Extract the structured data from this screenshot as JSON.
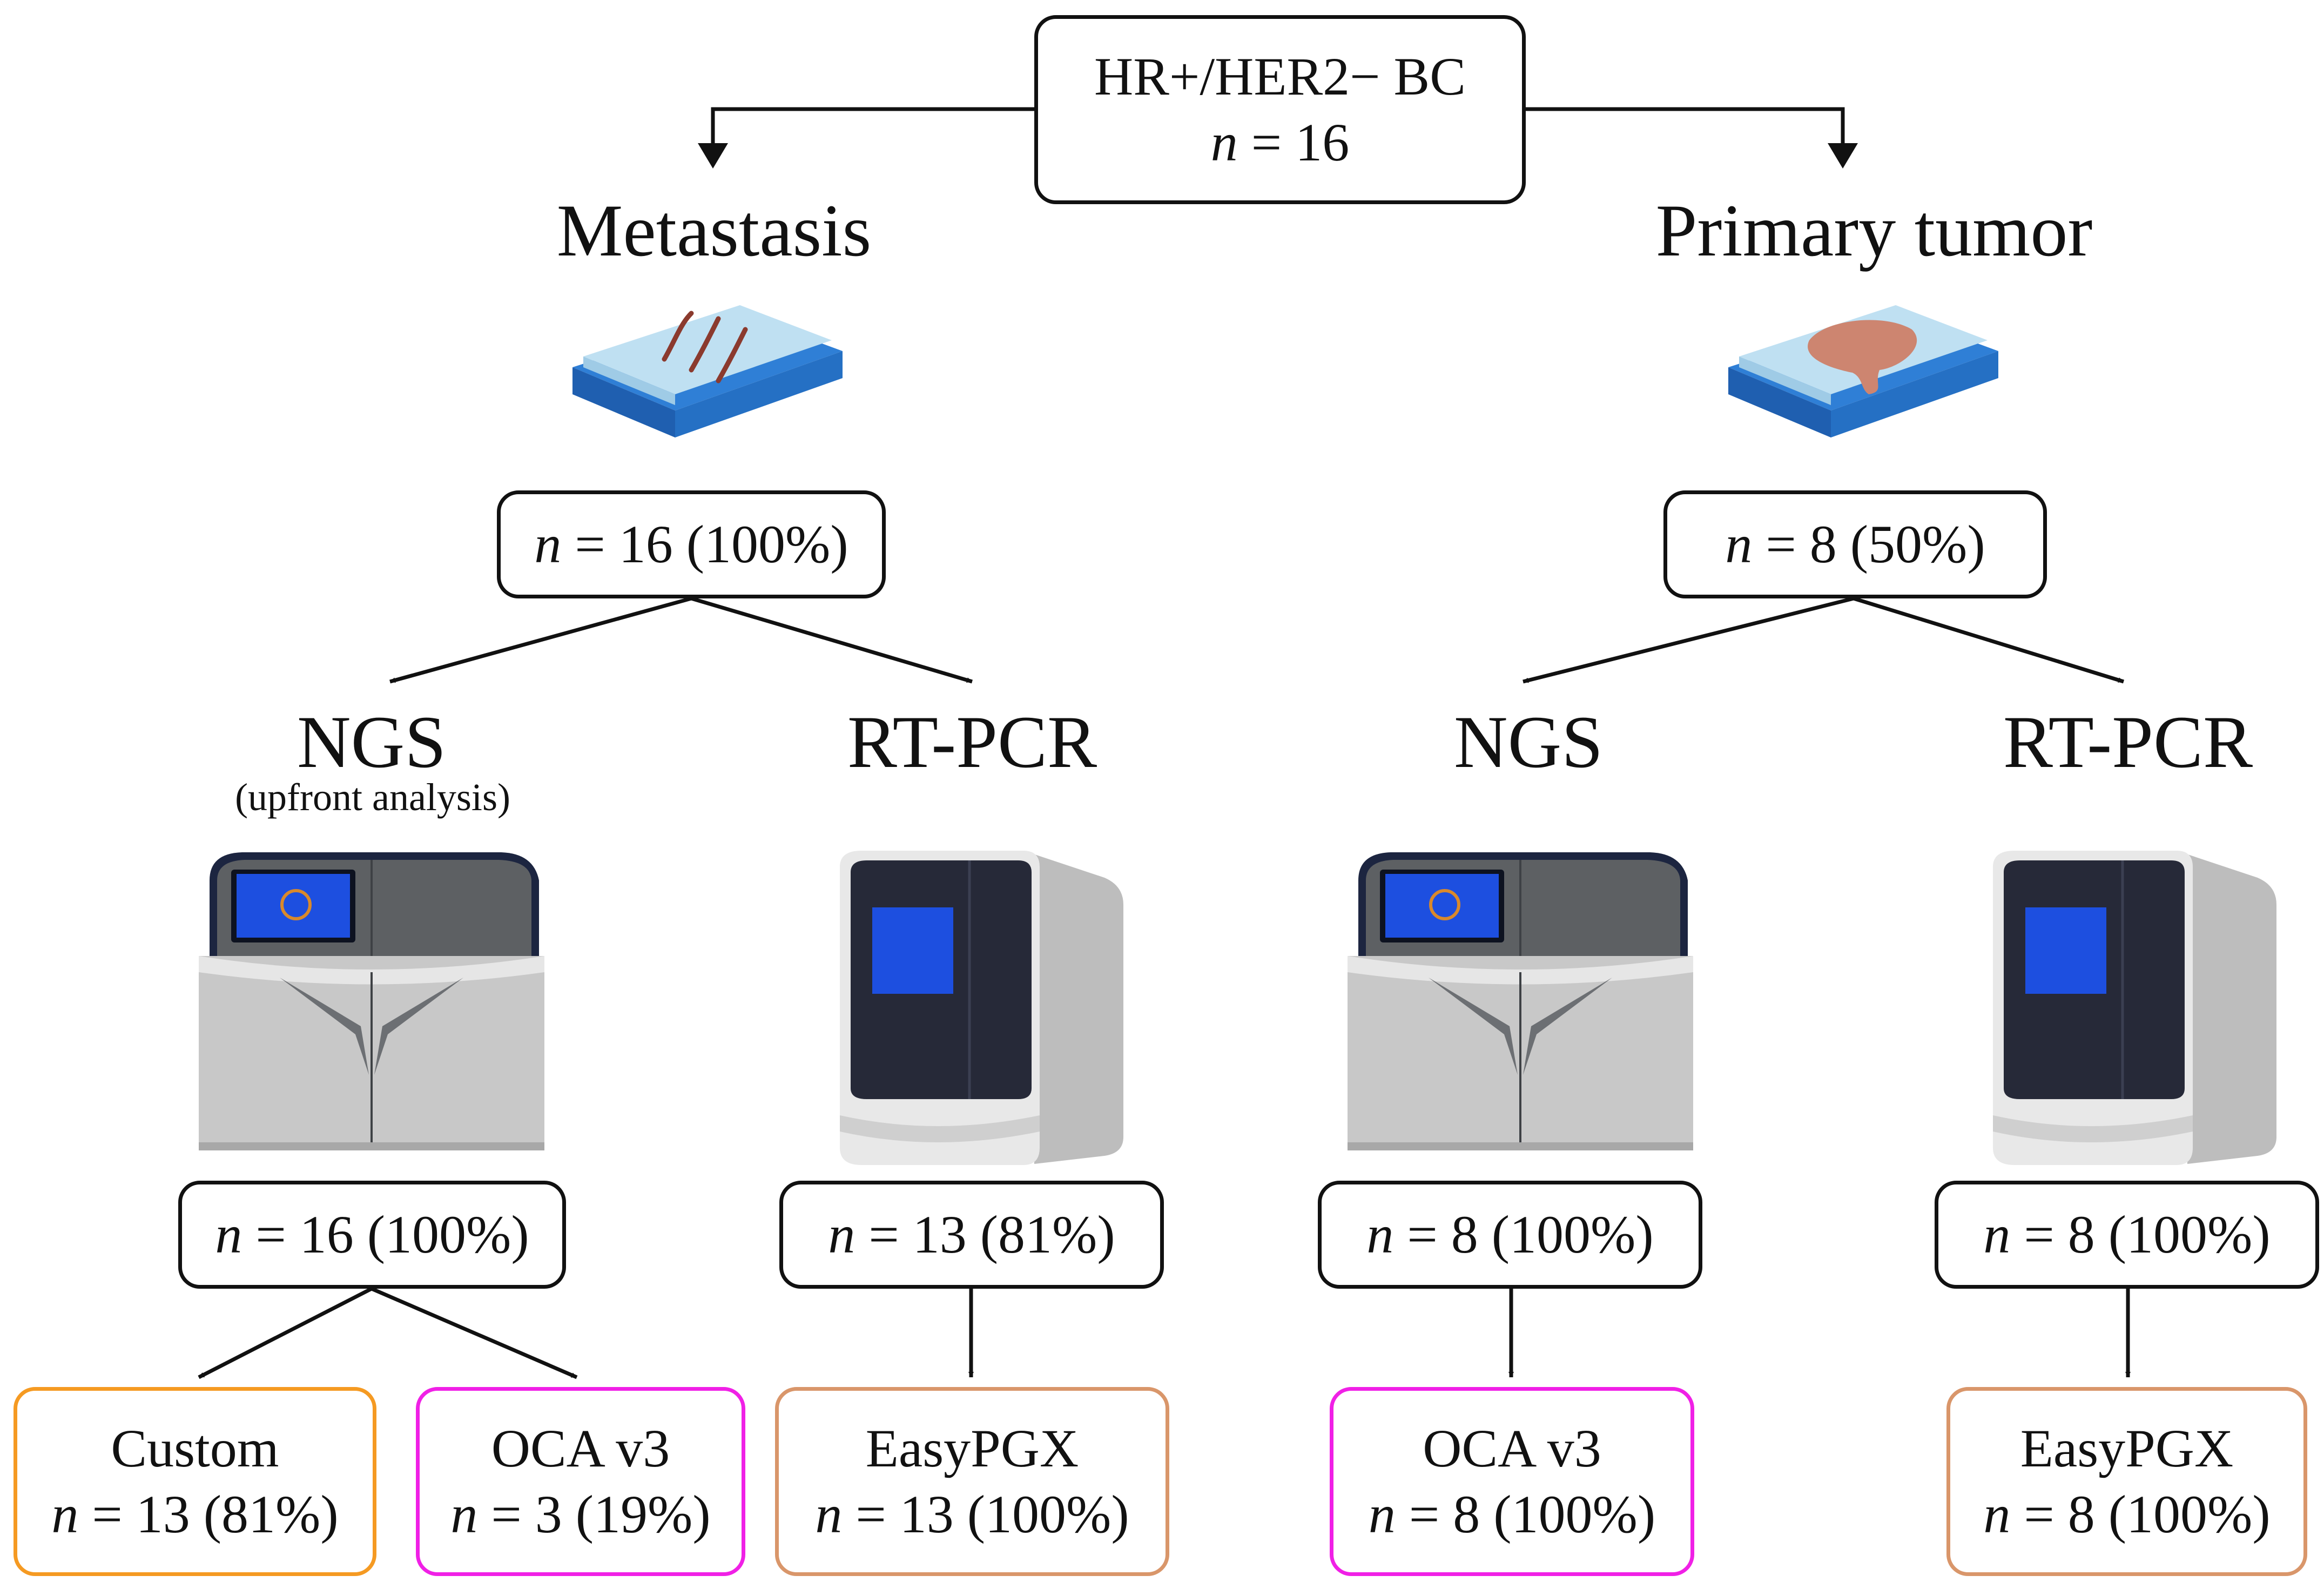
{
  "root": {
    "title": "HR+/HER2− BC",
    "n_value": "16"
  },
  "metastasis": {
    "title": "Metastasis",
    "count": "16 (100%)",
    "ngs": {
      "title": "NGS",
      "subtitle": "(upfront analysis)",
      "count": "16 (100%)",
      "panels": [
        {
          "name": "Custom",
          "count": "13 (81%)"
        },
        {
          "name": "OCA v3",
          "count": "3 (19%)"
        }
      ]
    },
    "rtpcr": {
      "title": "RT-PCR",
      "count": "13 (81%)",
      "panel": {
        "name": "EasyPGX",
        "count": "13 (100%)"
      }
    }
  },
  "primary": {
    "title": "Primary tumor",
    "count": "8 (50%)",
    "ngs": {
      "title": "NGS",
      "count": "8 (100%)",
      "panel": {
        "name": "OCA v3",
        "count": "8 (100%)"
      }
    },
    "rtpcr": {
      "title": "RT-PCR",
      "count": "8 (100%)",
      "panel": {
        "name": "EasyPGX",
        "count": "8 (100%)"
      }
    }
  },
  "n_symbol": "n",
  "equals_sign": " = ",
  "colors": {
    "ink": "#111111",
    "custom_panel_border": "#f59a22",
    "oca_panel_border": "#f020e6",
    "easypgx_panel_border": "#d9966a",
    "slide_glass": "#bfe0f2",
    "slide_base": "#2f7fd6",
    "metastasis_tissue": "#8b3a2e",
    "primary_tissue": "#cd8570",
    "instrument_body": "#c6c6c6",
    "instrument_dark": "#5d6063",
    "instrument_screen": "#1d4fe0"
  },
  "icons": [
    "slide-icon",
    "ngs-sequencer-icon",
    "pcr-instrument-icon"
  ]
}
